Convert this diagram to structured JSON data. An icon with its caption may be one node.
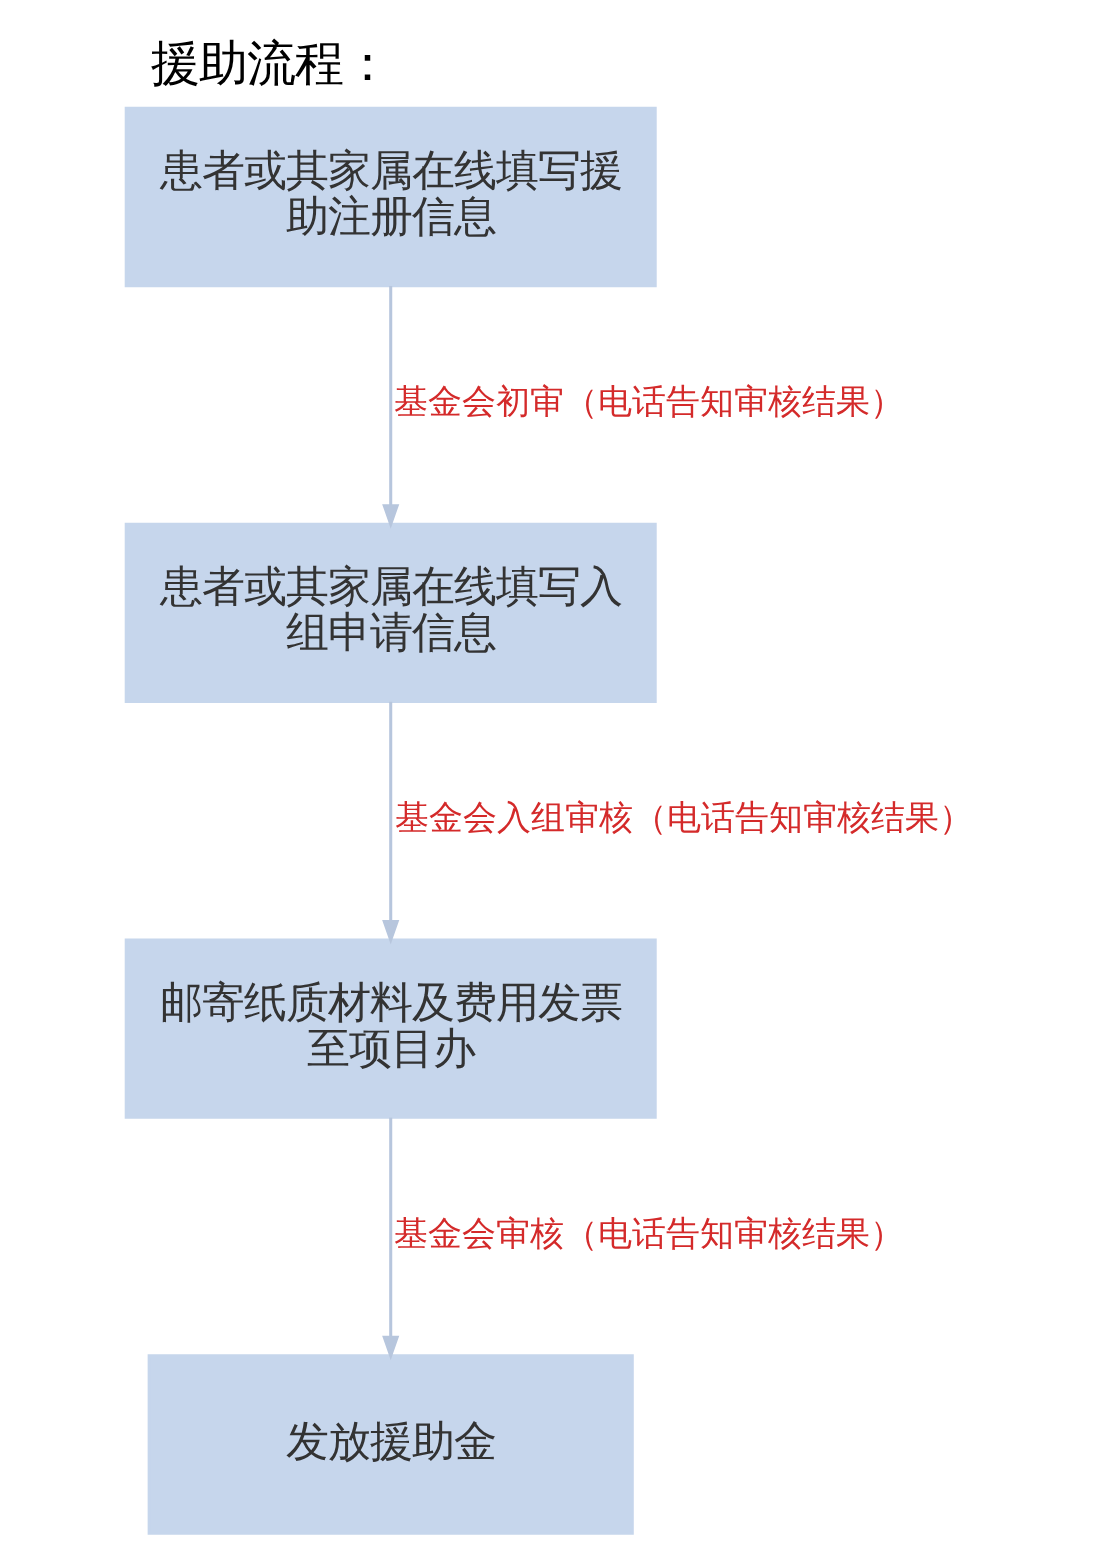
{
  "diagram": {
    "title": "援助流程：",
    "nodes": [
      {
        "text": [
          "患者或其家属在线填写援助注册信息"
        ]
      },
      {
        "text": [
          "患者或其家属在线填写入组申请信息"
        ]
      },
      {
        "text": [
          "邮寄纸质材料及费用发票至项目办"
        ]
      },
      {
        "text": [
          "发放援助金"
        ]
      }
    ],
    "edges": [
      {
        "from": 0,
        "to": 1,
        "arrow": "to",
        "label": "基金会初审（电话告知审核结果）"
      },
      {
        "from": 1,
        "to": 2,
        "arrow": "to",
        "label": "基金会入组审核（电话告知审核结果）"
      },
      {
        "from": 2,
        "to": 3,
        "arrow": "to",
        "label": "基金会审核（电话告知审核结果）"
      }
    ]
  }
}
